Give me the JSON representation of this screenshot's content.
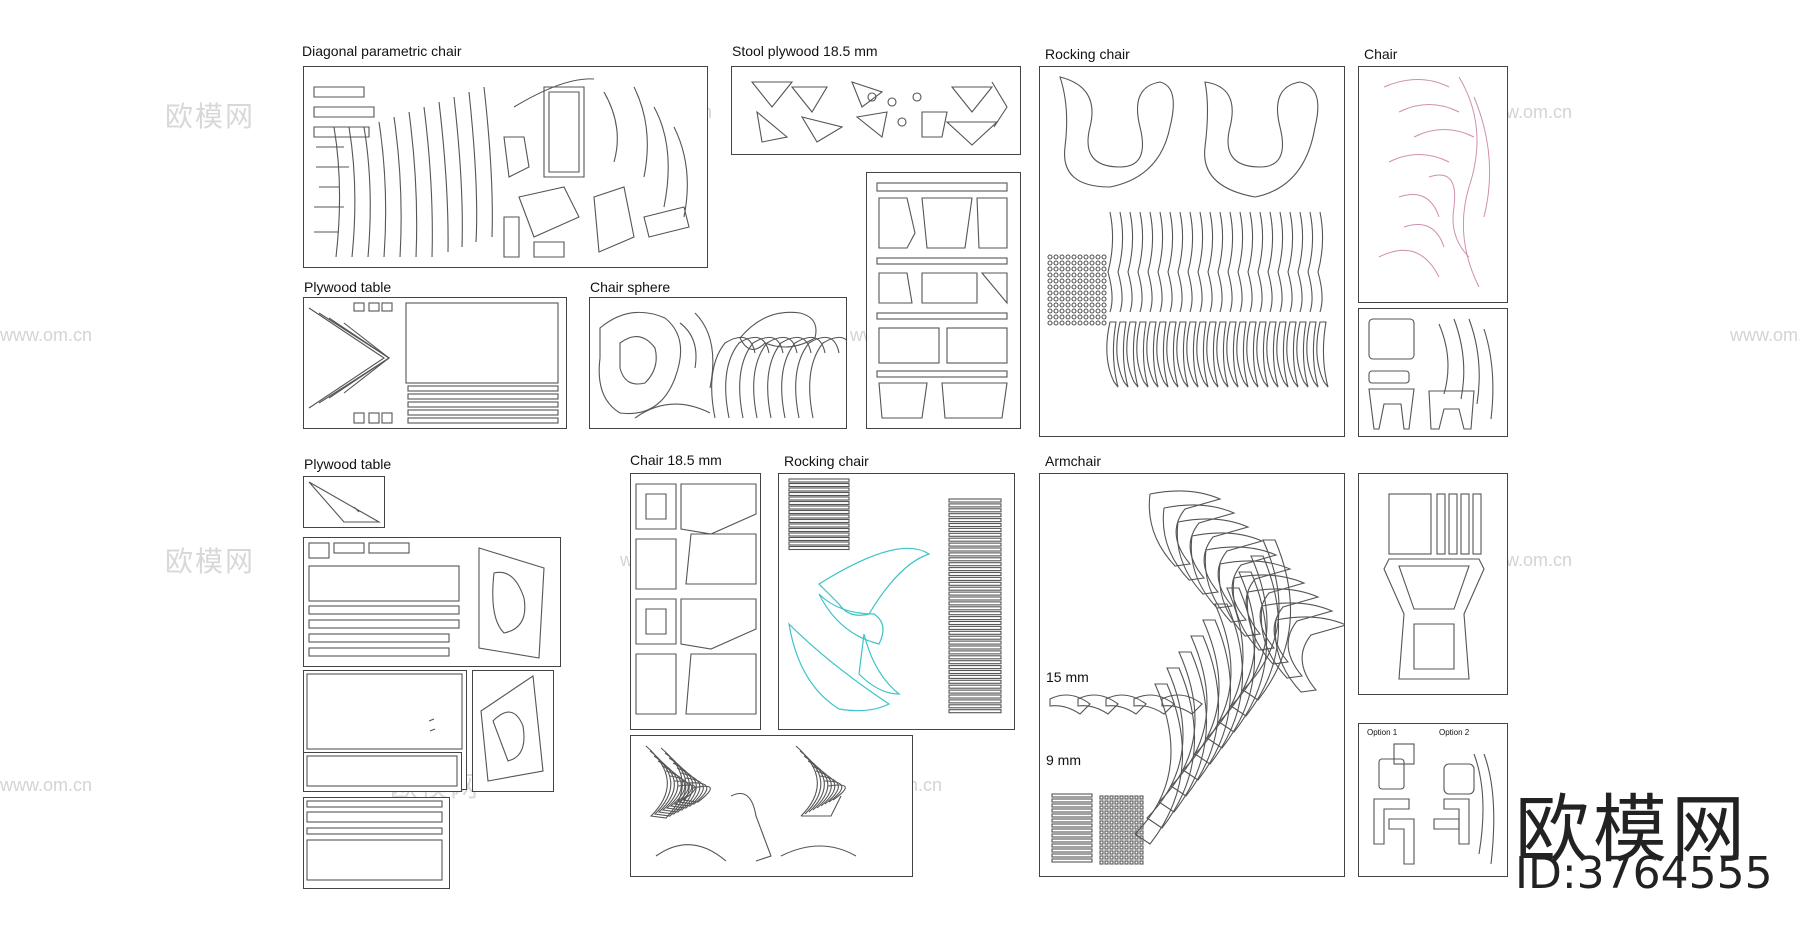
{
  "titles": {
    "diagonal": "Diagonal parametric chair",
    "stool": "Stool plywood 18.5 mm",
    "rocking1": "Rocking chair",
    "chair_top": "Chair",
    "plywood1": "Plywood table",
    "sphere": "Chair sphere",
    "plywood2": "Plywood table",
    "chair185": "Chair 18.5 mm",
    "rocking2": "Rocking chair",
    "armchair": "Armchair",
    "mm15": "15 mm",
    "mm9": "9 mm",
    "option1": "Option 1",
    "option2": "Option 2"
  },
  "watermark": {
    "cn": "欧模网",
    "url": "www.om.cn"
  },
  "logo": {
    "text": "欧模网",
    "id": "ID:3764555"
  },
  "colors": {
    "line": "#555555",
    "pink": "#d08fb0",
    "cyan": "#3cc4c8"
  }
}
